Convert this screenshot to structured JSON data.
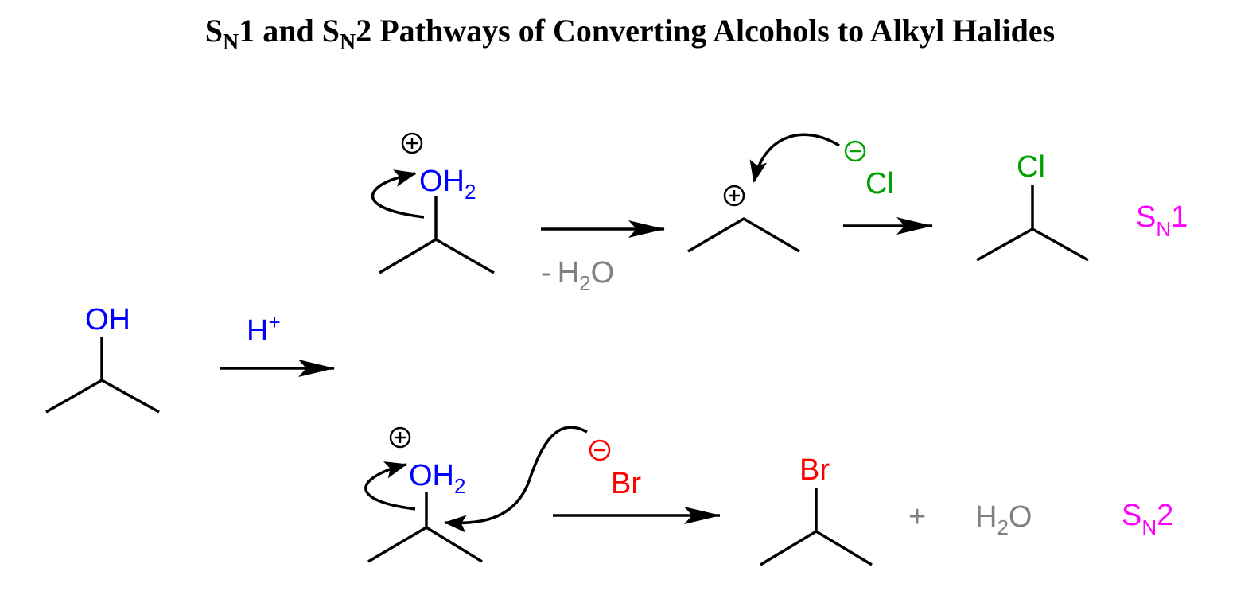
{
  "title": {
    "s1": "S",
    "n1": "N",
    "part1": "1 and S",
    "n2": "N",
    "part2": "2 Pathways of Converting Alcohols to Alkyl Halides"
  },
  "reactant": {
    "label": "OH"
  },
  "reagent": {
    "h": "H",
    "plus": "+"
  },
  "top": {
    "oxonium": {
      "o": "OH",
      "sub": "2"
    },
    "loss": {
      "minus": "-",
      "h": "H",
      "sub": "2",
      "o": "O"
    },
    "chloride": "Cl",
    "product": "Cl",
    "mechanism": {
      "s": "S",
      "n": "N",
      "num": "1"
    }
  },
  "bottom": {
    "oxonium": {
      "o": "OH",
      "sub": "2"
    },
    "bromide": "Br",
    "product": "Br",
    "plus": "+",
    "water": {
      "h": "H",
      "sub": "2",
      "o": "O"
    },
    "mechanism": {
      "s": "S",
      "n": "N",
      "num": "2"
    }
  },
  "colors": {
    "oxygen": "#0000ff",
    "chlorine": "#00a000",
    "bromine": "#ff0000",
    "water": "#808080",
    "mechanism": "#ff00ff"
  }
}
